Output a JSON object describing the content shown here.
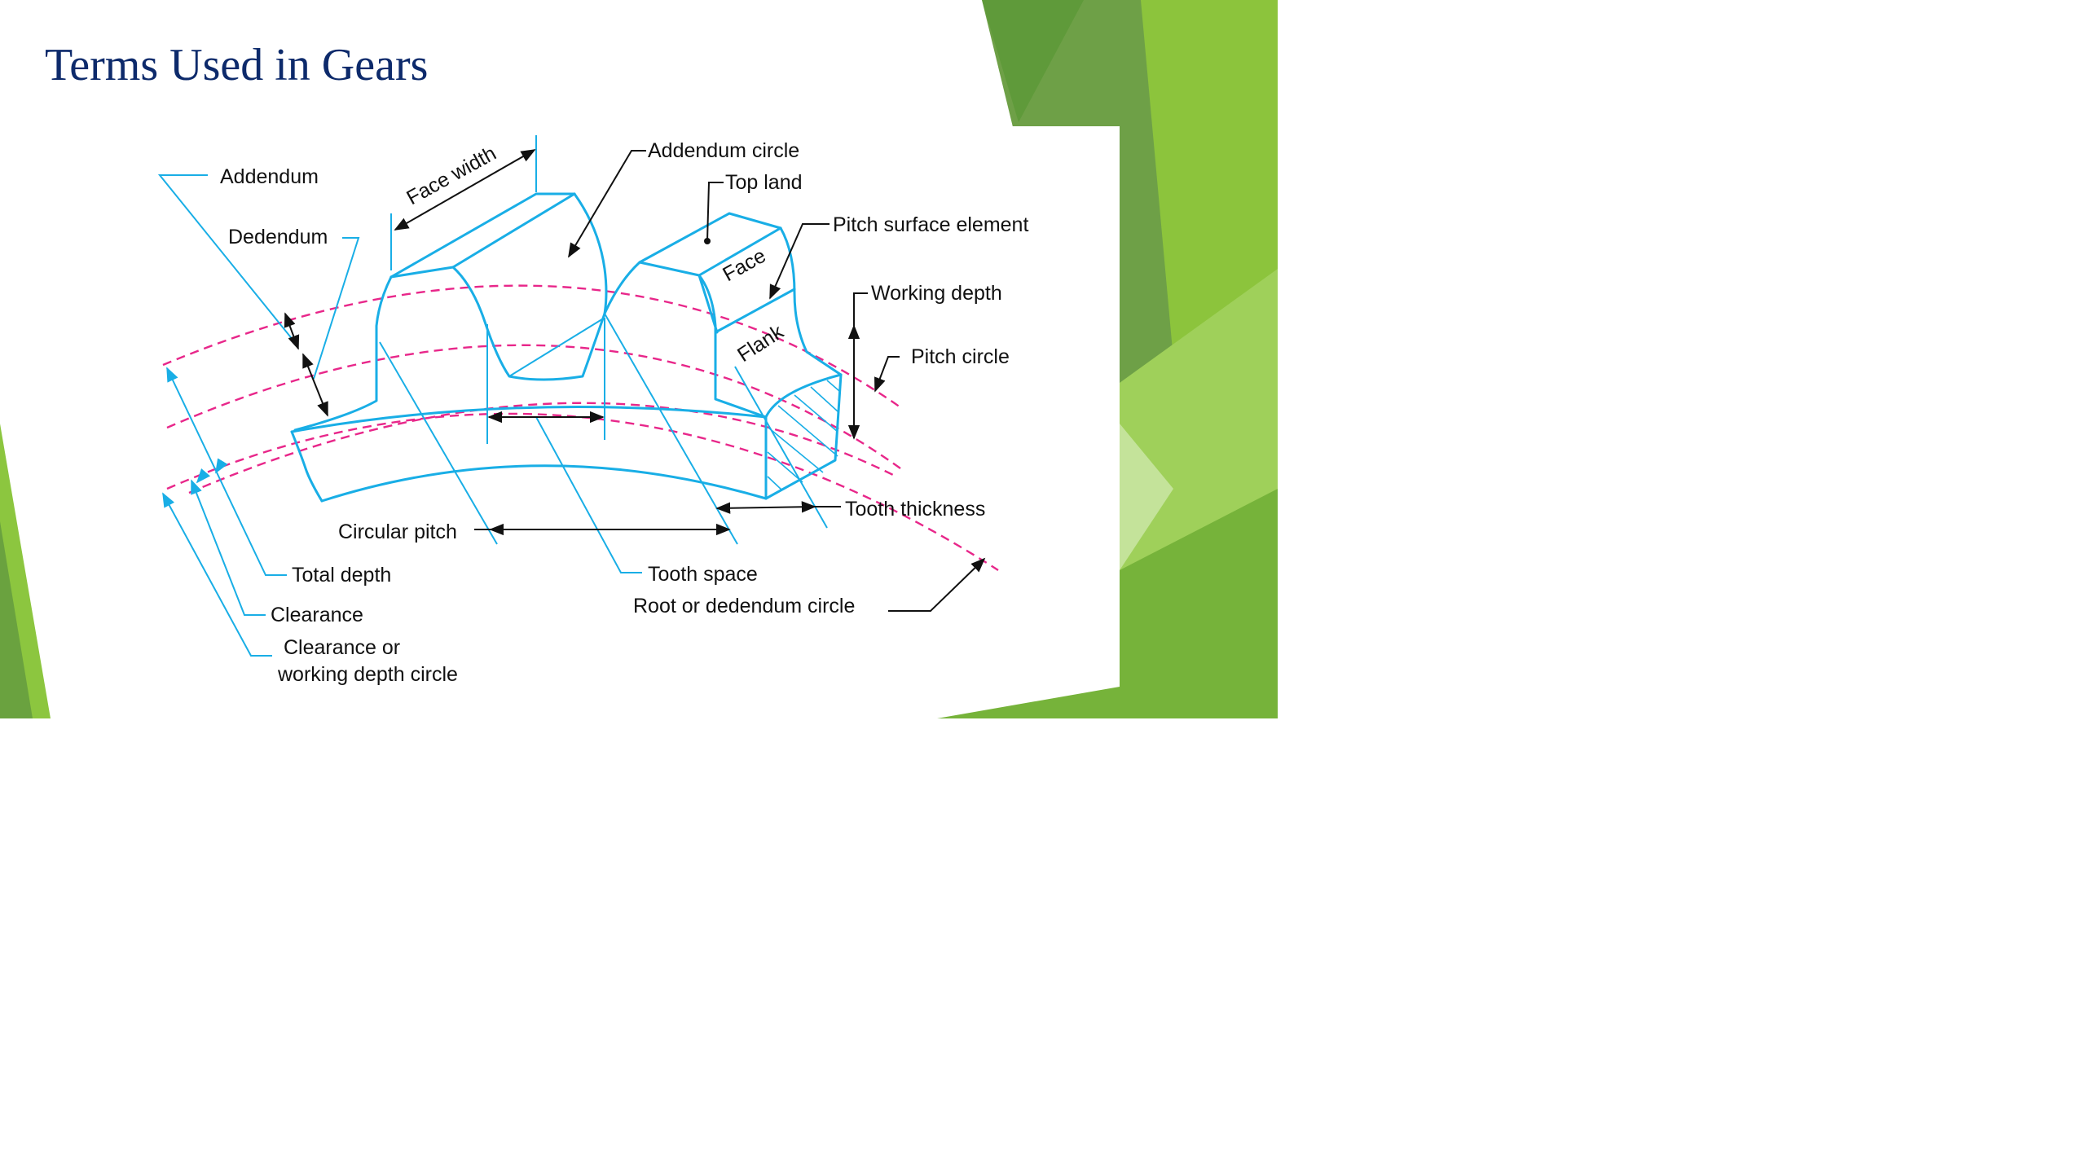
{
  "slide": {
    "title": "Terms Used in Gears",
    "accent_colors": [
      "#6aa23f",
      "#8cc63f",
      "#4d8b2a",
      "#a6d36b"
    ]
  },
  "diagram": {
    "line_color": "#19aee6",
    "circle_color": "#e8278a",
    "labels": {
      "addendum": "Addendum",
      "dedendum": "Dedendum",
      "face_width": "Face width",
      "addendum_circle": "Addendum circle",
      "top_land": "Top land",
      "pitch_surface_element": "Pitch surface element",
      "face": "Face",
      "working_depth": "Working depth",
      "flank": "Flank",
      "pitch_circle": "Pitch circle",
      "tooth_thickness": "Tooth thickness",
      "circular_pitch": "Circular pitch",
      "tooth_space": "Tooth space",
      "total_depth": "Total depth",
      "root_circle": "Root or dedendum circle",
      "clearance": "Clearance",
      "clearance_circle_line1": "Clearance or",
      "clearance_circle_line2": "working depth circle"
    }
  }
}
